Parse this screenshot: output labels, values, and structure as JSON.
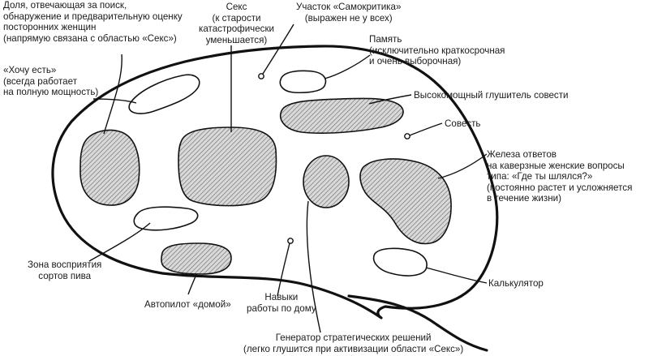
{
  "labels": {
    "dolya": "Доля, отвечающая за поиск,\nобнаружение и предварительную оценку\nпосторонних женщин\n(напрямую связана с областью «Секс»)",
    "seks": "Секс\n(к старости\nкатастрофически\nуменьшается)",
    "samokritika": "Участок «Самокритика»\n(выражен не у всех)",
    "pamyat": "Память\n(исключительно краткосрочная\nи очень выборочная)",
    "khochu_est": "«Хочу есть»\n(всегда работает\nна полную мощность)",
    "glushitel": "Высокомощный глушитель совести",
    "sovest": "Совесть",
    "zheleza": "Железа ответов\nна каверзные женские вопросы\nтипа: «Где ты шлялся?»\n(постоянно растет и усложняется\nв течение жизни)",
    "pivo": "Зона восприятия\nсортов пива",
    "kalkulyator": "Калькулятор",
    "avtopilot": "Автопилот «домой»",
    "navyki": "Навыки\nработы по дому",
    "generator": "Генератор стратегических решений\n(легко глушится при активизации области «Секс»)"
  }
}
